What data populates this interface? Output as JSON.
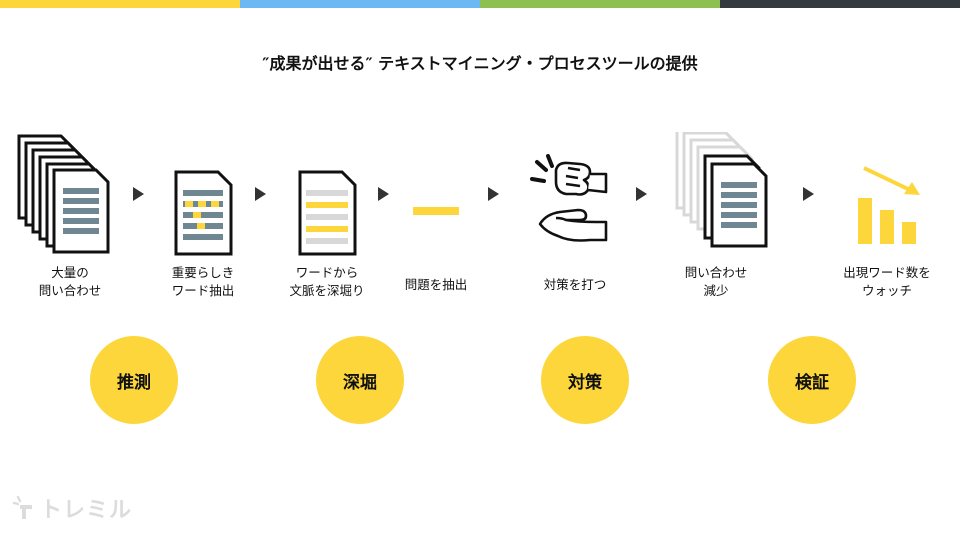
{
  "colors": {
    "bar1": "#fcd63a",
    "bar2": "#6cb8f2",
    "bar3": "#8cc152",
    "bar4": "#333a40",
    "accent": "#fcd63a",
    "doc_lines": "#6e8793"
  },
  "title": "″成果が出せる″ テキストマイニング・プロセスツールの提供",
  "steps": [
    {
      "label_line1": "大量の",
      "label_line2": "問い合わせ",
      "icon": "document-stack-icon"
    },
    {
      "label_line1": "重要らしき",
      "label_line2": "ワード抽出",
      "icon": "highlighted-document-icon"
    },
    {
      "label_line1": "ワードから",
      "label_line2": "文脈を深堀り",
      "icon": "highlighted-lines-document-icon"
    },
    {
      "label_line1": "問題を抽出",
      "label_line2": "",
      "icon": "problem-bar-icon"
    },
    {
      "label_line1": "対策を打つ",
      "label_line2": "",
      "icon": "fist-hand-icon"
    },
    {
      "label_line1": "問い合わせ",
      "label_line2": "減少",
      "icon": "reduced-document-stack-icon"
    },
    {
      "label_line1": "出現ワード数を",
      "label_line2": "ウォッチ",
      "icon": "declining-bar-chart-icon"
    }
  ],
  "phases": [
    "推測",
    "深堀",
    "対策",
    "検証"
  ],
  "logo": {
    "text": "トレミル"
  }
}
